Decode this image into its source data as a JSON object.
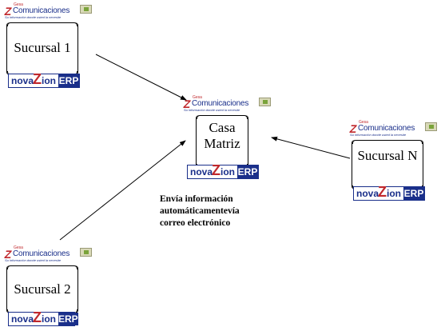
{
  "logo": {
    "brand": "Comunicaciones",
    "top_small": "Gesa",
    "tagline": "Su información donde usted la necesite",
    "icon": "folder-icon"
  },
  "erp": {
    "left_text": "nova",
    "mark": "Z",
    "right_text": "ERP"
  },
  "nodes": {
    "sucursal1": {
      "label": "Sucursal 1"
    },
    "casa": {
      "label_line1": "Casa",
      "label_line2": "Matriz"
    },
    "sucursalN": {
      "label": "Sucursal N"
    },
    "sucursal2": {
      "label": "Sucursal 2"
    }
  },
  "caption": {
    "line1": "Envía información",
    "line2": "automáticamentevía",
    "line3": "correo electrónico"
  },
  "colors": {
    "brand_blue": "#1a2f8a",
    "brand_red": "#c0282c",
    "arrow": "#000000"
  }
}
